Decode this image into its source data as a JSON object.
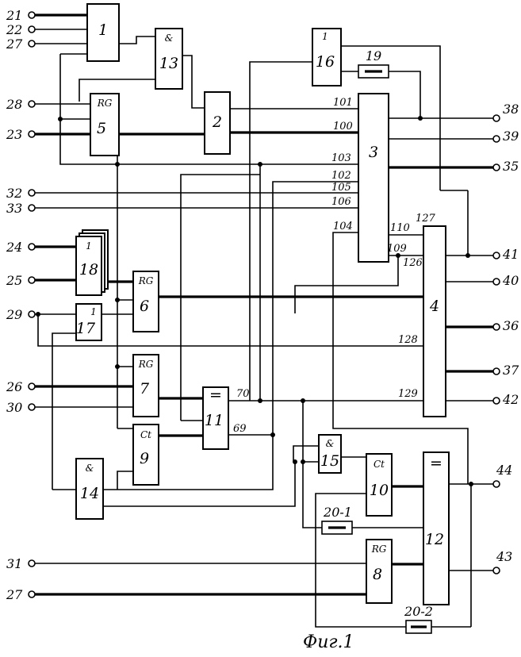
{
  "caption": "Фиг.1",
  "blocks": {
    "b1": {
      "num": "1",
      "op": ""
    },
    "b2": {
      "num": "2",
      "op": ""
    },
    "b3": {
      "num": "3",
      "op": ""
    },
    "b4": {
      "num": "4",
      "op": ""
    },
    "b5": {
      "num": "5",
      "op": "RG"
    },
    "b6": {
      "num": "6",
      "op": "RG"
    },
    "b7": {
      "num": "7",
      "op": "RG"
    },
    "b8": {
      "num": "8",
      "op": "RG"
    },
    "b9": {
      "num": "9",
      "op": "Ct"
    },
    "b10": {
      "num": "10",
      "op": "Ct"
    },
    "b11": {
      "num": "11",
      "op": "="
    },
    "b12": {
      "num": "12",
      "op": "="
    },
    "b13": {
      "num": "13",
      "op": "&"
    },
    "b14": {
      "num": "14",
      "op": "&"
    },
    "b15": {
      "num": "15",
      "op": "&"
    },
    "b16": {
      "num": "16",
      "op": "1"
    },
    "b17": {
      "num": "17",
      "op": "1"
    },
    "b18": {
      "num": "18",
      "op": "1"
    }
  },
  "delays": {
    "d19": "19",
    "d201": "20-1",
    "d202": "20-2"
  },
  "terminals": {
    "t21": "21",
    "t22": "22",
    "t27a": "27",
    "t28": "28",
    "t23": "23",
    "t32": "32",
    "t33": "33",
    "t24": "24",
    "t25": "25",
    "t29": "29",
    "t26": "26",
    "t30": "30",
    "t31": "31",
    "t27b": "27",
    "t38": "38",
    "t39": "39",
    "t35": "35",
    "t41": "41",
    "t40": "40",
    "t36": "36",
    "t37": "37",
    "t42": "42",
    "t44": "44",
    "t43": "43"
  },
  "signals": {
    "s101": "101",
    "s100": "100",
    "s103": "103",
    "s102": "102",
    "s105": "105",
    "s106": "106",
    "s104": "104",
    "s110": "110",
    "s109": "109",
    "s127": "127",
    "s126": "126",
    "s128": "128",
    "s129": "129",
    "s70": "70",
    "s69": "69"
  }
}
